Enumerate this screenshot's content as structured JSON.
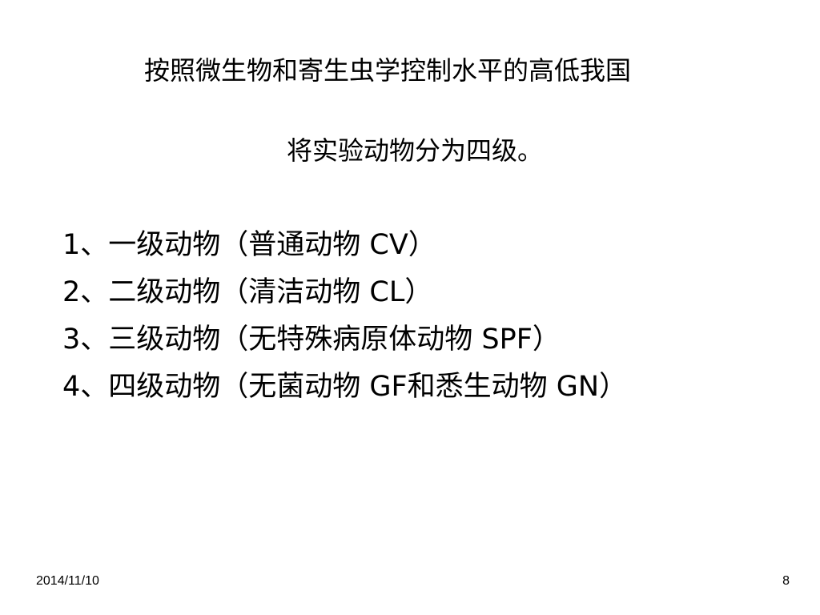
{
  "slide": {
    "intro": {
      "line1": "按照微生物和寄生虫学控制水平的高低我国",
      "line2": "将实验动物分为四级。"
    },
    "levels": [
      "1、一级动物（普通动物 CV）",
      "2、二级动物（清洁动物 CL）",
      "3、三级动物（无特殊病原体动物 SPF）",
      "4、四级动物（无菌动物 GF和悉生动物 GN）"
    ],
    "footer": {
      "date": "2014/11/10",
      "page_number": "8"
    },
    "colors": {
      "background": "#ffffff",
      "text": "#000000"
    }
  }
}
